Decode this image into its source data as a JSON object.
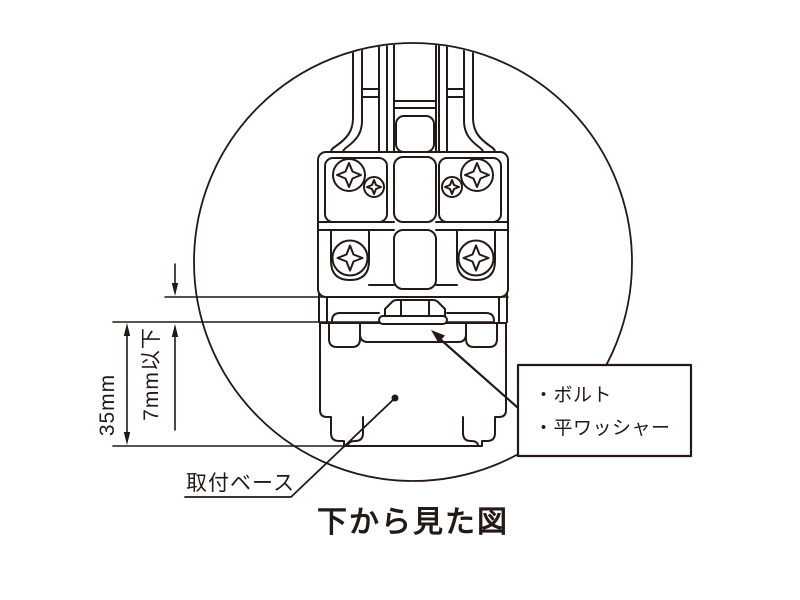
{
  "diagram": {
    "type": "technical-drawing",
    "caption": "下から見た図",
    "dimensions": {
      "base_height": "35mm",
      "protrusion_limit": "7mm以下"
    },
    "callout_box": {
      "item_bolt": "・ボルト",
      "item_washer": "・平ワッシャー"
    },
    "label_mounting_base": "取付ベース",
    "line_color": "#231916",
    "background_color": "#ffffff"
  }
}
